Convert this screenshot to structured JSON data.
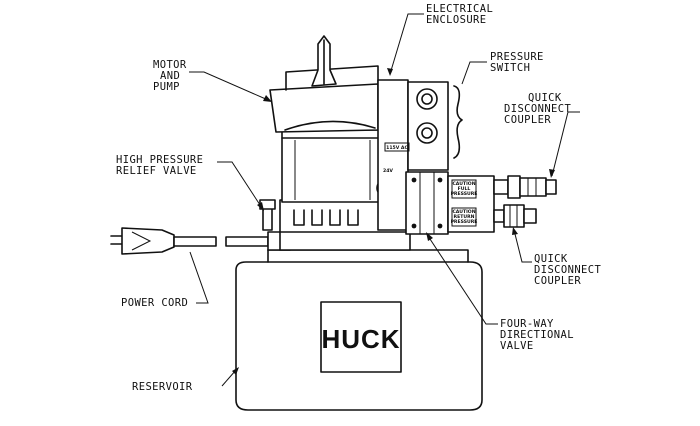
{
  "labels": {
    "electrical_enclosure": [
      "ELECTRICAL",
      "ENCLOSURE"
    ],
    "pressure_switch": [
      "PRESSURE",
      "SWITCH"
    ],
    "motor_and_pump": [
      "MOTOR",
      "AND",
      "PUMP"
    ],
    "quick_disconnect_coupler_top": [
      "QUICK",
      "DISCONNECT",
      "COUPLER"
    ],
    "high_pressure_relief_valve": [
      "HIGH PRESSURE",
      "RELIEF VALVE"
    ],
    "quick_disconnect_coupler_bottom": [
      "QUICK",
      "DISCONNECT",
      "COUPLER"
    ],
    "power_cord": "POWER CORD",
    "four_way_directional_valve": [
      "FOUR-WAY",
      "DIRECTIONAL",
      "VALVE"
    ],
    "reservoir": "RESERVOIR"
  },
  "device_text": {
    "logo": "HUCK",
    "voltage_label": "115V AC",
    "voltage_small": "24V",
    "caution_top": [
      "CAUTION",
      "FULL",
      "PRESSURE"
    ],
    "caution_bottom": [
      "CAUTION",
      "RETURN",
      "PRESSURE"
    ]
  }
}
